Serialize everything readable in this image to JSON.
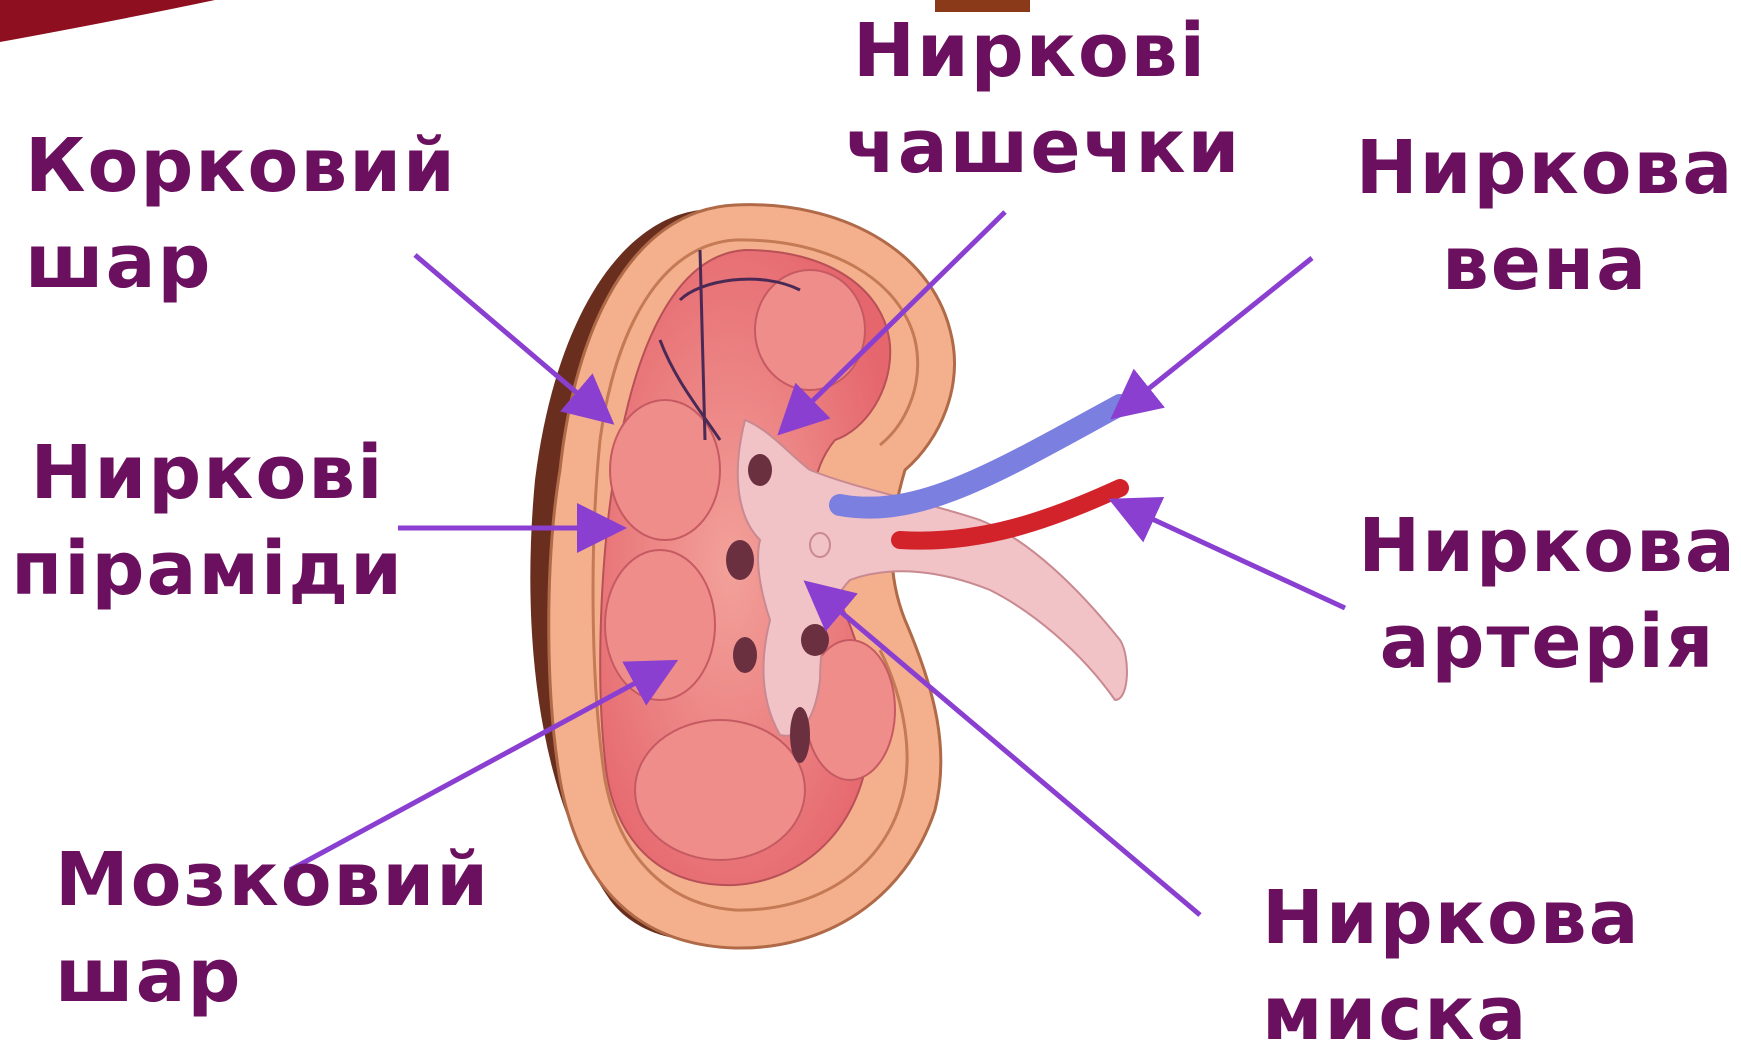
{
  "labels": {
    "cortex": [
      "Корковий",
      "шар"
    ],
    "calyces": [
      "Ниркові",
      "чашечки"
    ],
    "vein": [
      "Ниркова",
      "вена"
    ],
    "pyramids": [
      "Ниркові",
      "піраміди"
    ],
    "artery": [
      "Ниркова",
      "артерія"
    ],
    "medulla": [
      "Мозковий",
      "шар"
    ],
    "pelvis": [
      "Ниркова",
      "миска"
    ]
  },
  "colors": {
    "label_text": "#6b0f5f",
    "arrow": "#8a3fd1",
    "vein": "#7b7fe0",
    "artery": "#d2232a",
    "kidney_capsule": "#f4b08c",
    "kidney_inner": "#e9787a",
    "pelvis": "#f1c2c6"
  }
}
